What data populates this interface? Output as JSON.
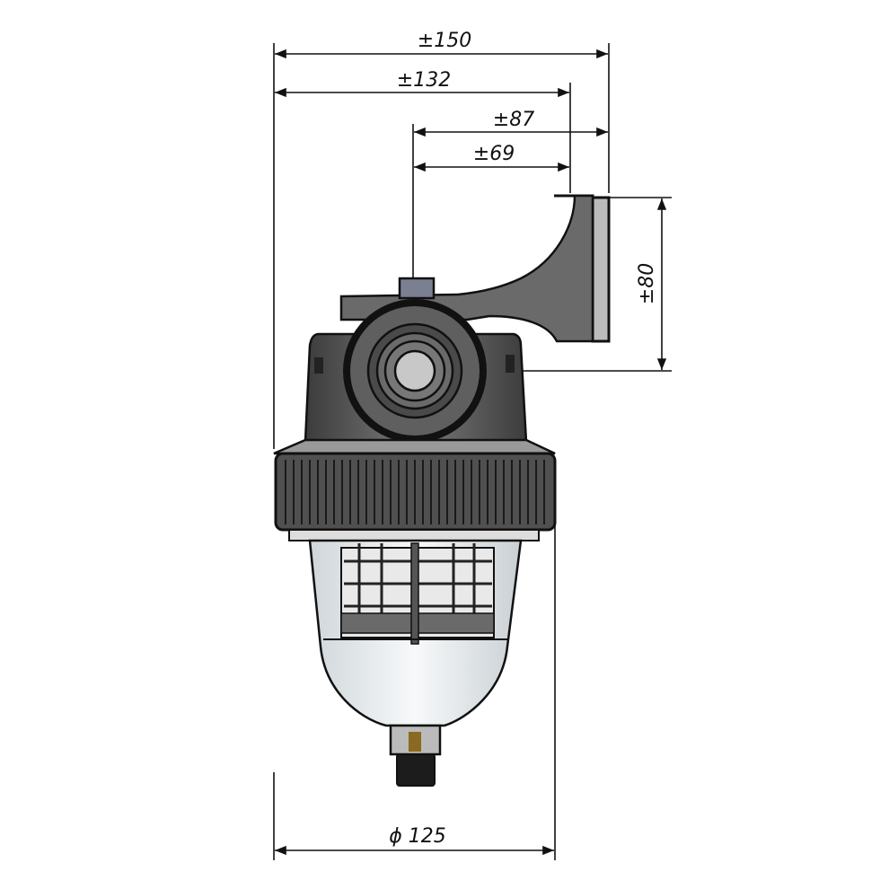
{
  "dimensions": {
    "overall_width": "±150",
    "width_to_bracket": "±132",
    "center_to_bracket_back": "±87",
    "center_to_bracket_face": "±69",
    "bracket_height": "±80",
    "diameter": "ϕ 125"
  },
  "colors": {
    "body": "#6e6e6e",
    "body_dark": "#3a3a3a",
    "bowl": "#e8eef2",
    "line": "#111111"
  }
}
